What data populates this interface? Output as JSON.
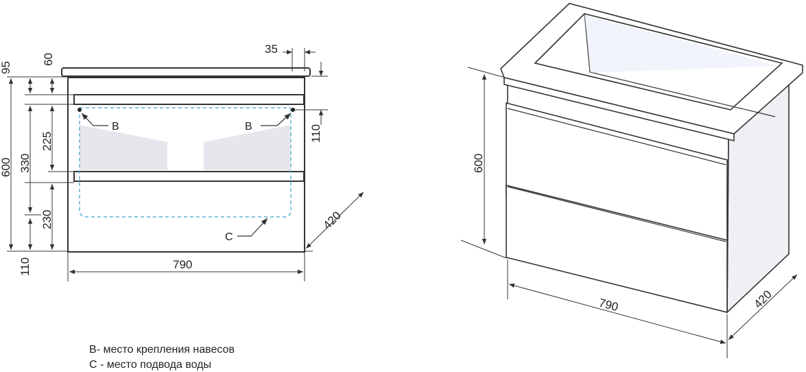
{
  "front_view": {
    "dims": {
      "top_gap": "95",
      "top_thick": "60",
      "overhang": "35",
      "drawer_top": "225",
      "inner_height": "330",
      "total_height": "600",
      "drawer_bottom": "230",
      "plinth": "110",
      "hook_offset": "110",
      "depth": "420",
      "width": "790"
    },
    "markers": {
      "b_left": "B",
      "b_right": "B",
      "c": "C"
    }
  },
  "iso_view": {
    "dims": {
      "height": "600",
      "width": "790",
      "depth": "420"
    }
  },
  "legend": {
    "line1": "В- место крепления навесов",
    "line2": "С - место подвода воды"
  },
  "colors": {
    "line": "#333333",
    "dashed": "#5bb0d0",
    "shade": "#e6e6ec",
    "iso_side": "#eef0f4"
  }
}
